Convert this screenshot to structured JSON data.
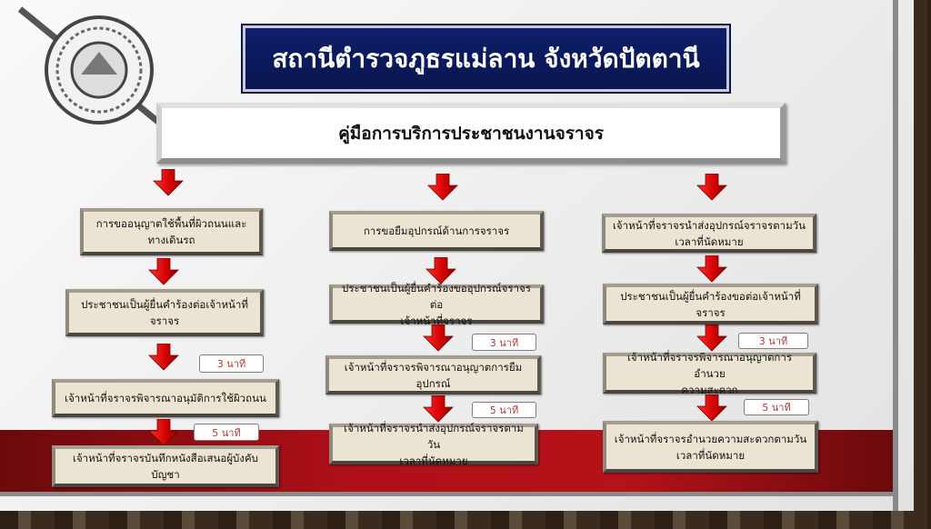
{
  "title": "สถานีตำรวจภูธรแม่ลาน จังหวัดปัตตานี",
  "subtitle": "คู่มือการบริการประชาชนงานจราจร",
  "colors": {
    "title_bg": "#0c1f6a",
    "band": "#b01018",
    "arrow": "#e01010",
    "badge_text": "#b03a3a"
  },
  "columns": [
    {
      "steps": [
        [
          "การขออนุญาตใช้พื้นที่ผิวถนนและ",
          "ทางเดินรถ"
        ],
        [
          "ประชาชนเป็นผู้ยื่นคำร้องต่อเจ้าหน้าที่",
          "จราจร"
        ],
        [
          "เจ้าหน้าที่จราจรพิจารณาอนุมัติการใช้ผิวถนน"
        ],
        [
          "เจ้าหน้าที่จราจรบันทึกหนังสือเสนอผู้บังคับบัญชา"
        ]
      ],
      "badges": [
        "3 นาที",
        "5 นาที"
      ]
    },
    {
      "steps": [
        [
          "การขอยืมอุปกรณ์ด้านการจราจร"
        ],
        [
          "ประชาชนเป็นผู้ยื่นคำร้องขออุปกรณ์จราจรต่อ",
          "เจ้าหน้าที่จราจร"
        ],
        [
          "เจ้าหน้าที่จราจรพิจารณาอนุญาตการยืม",
          "อุปกรณ์"
        ],
        [
          "เจ้าหน้าที่จราจรนำส่งอุปกรณ์จราจรตามวัน",
          "เวลาที่นัดหมาย"
        ]
      ],
      "badges": [
        "3 นาที",
        "5 นาที"
      ]
    },
    {
      "steps": [
        [
          "เจ้าหน้าที่จราจรนำส่งอุปกรณ์จราจรตามวัน",
          "เวลาที่นัดหมาย"
        ],
        [
          "ประชาชนเป็นผู้ยื่นคำร้องขอต่อเจ้าหน้าที่",
          "จราจร"
        ],
        [
          "เจ้าหน้าที่จราจรพิจารณาอนุญาตการอำนวย",
          "ความสะดวก"
        ],
        [
          "เจ้าหน้าที่จราจรอำนวยความสะดวกตามวัน",
          "เวลาที่นัดหมาย"
        ]
      ],
      "badges": [
        "3 นาที",
        "5 นาที"
      ]
    }
  ]
}
